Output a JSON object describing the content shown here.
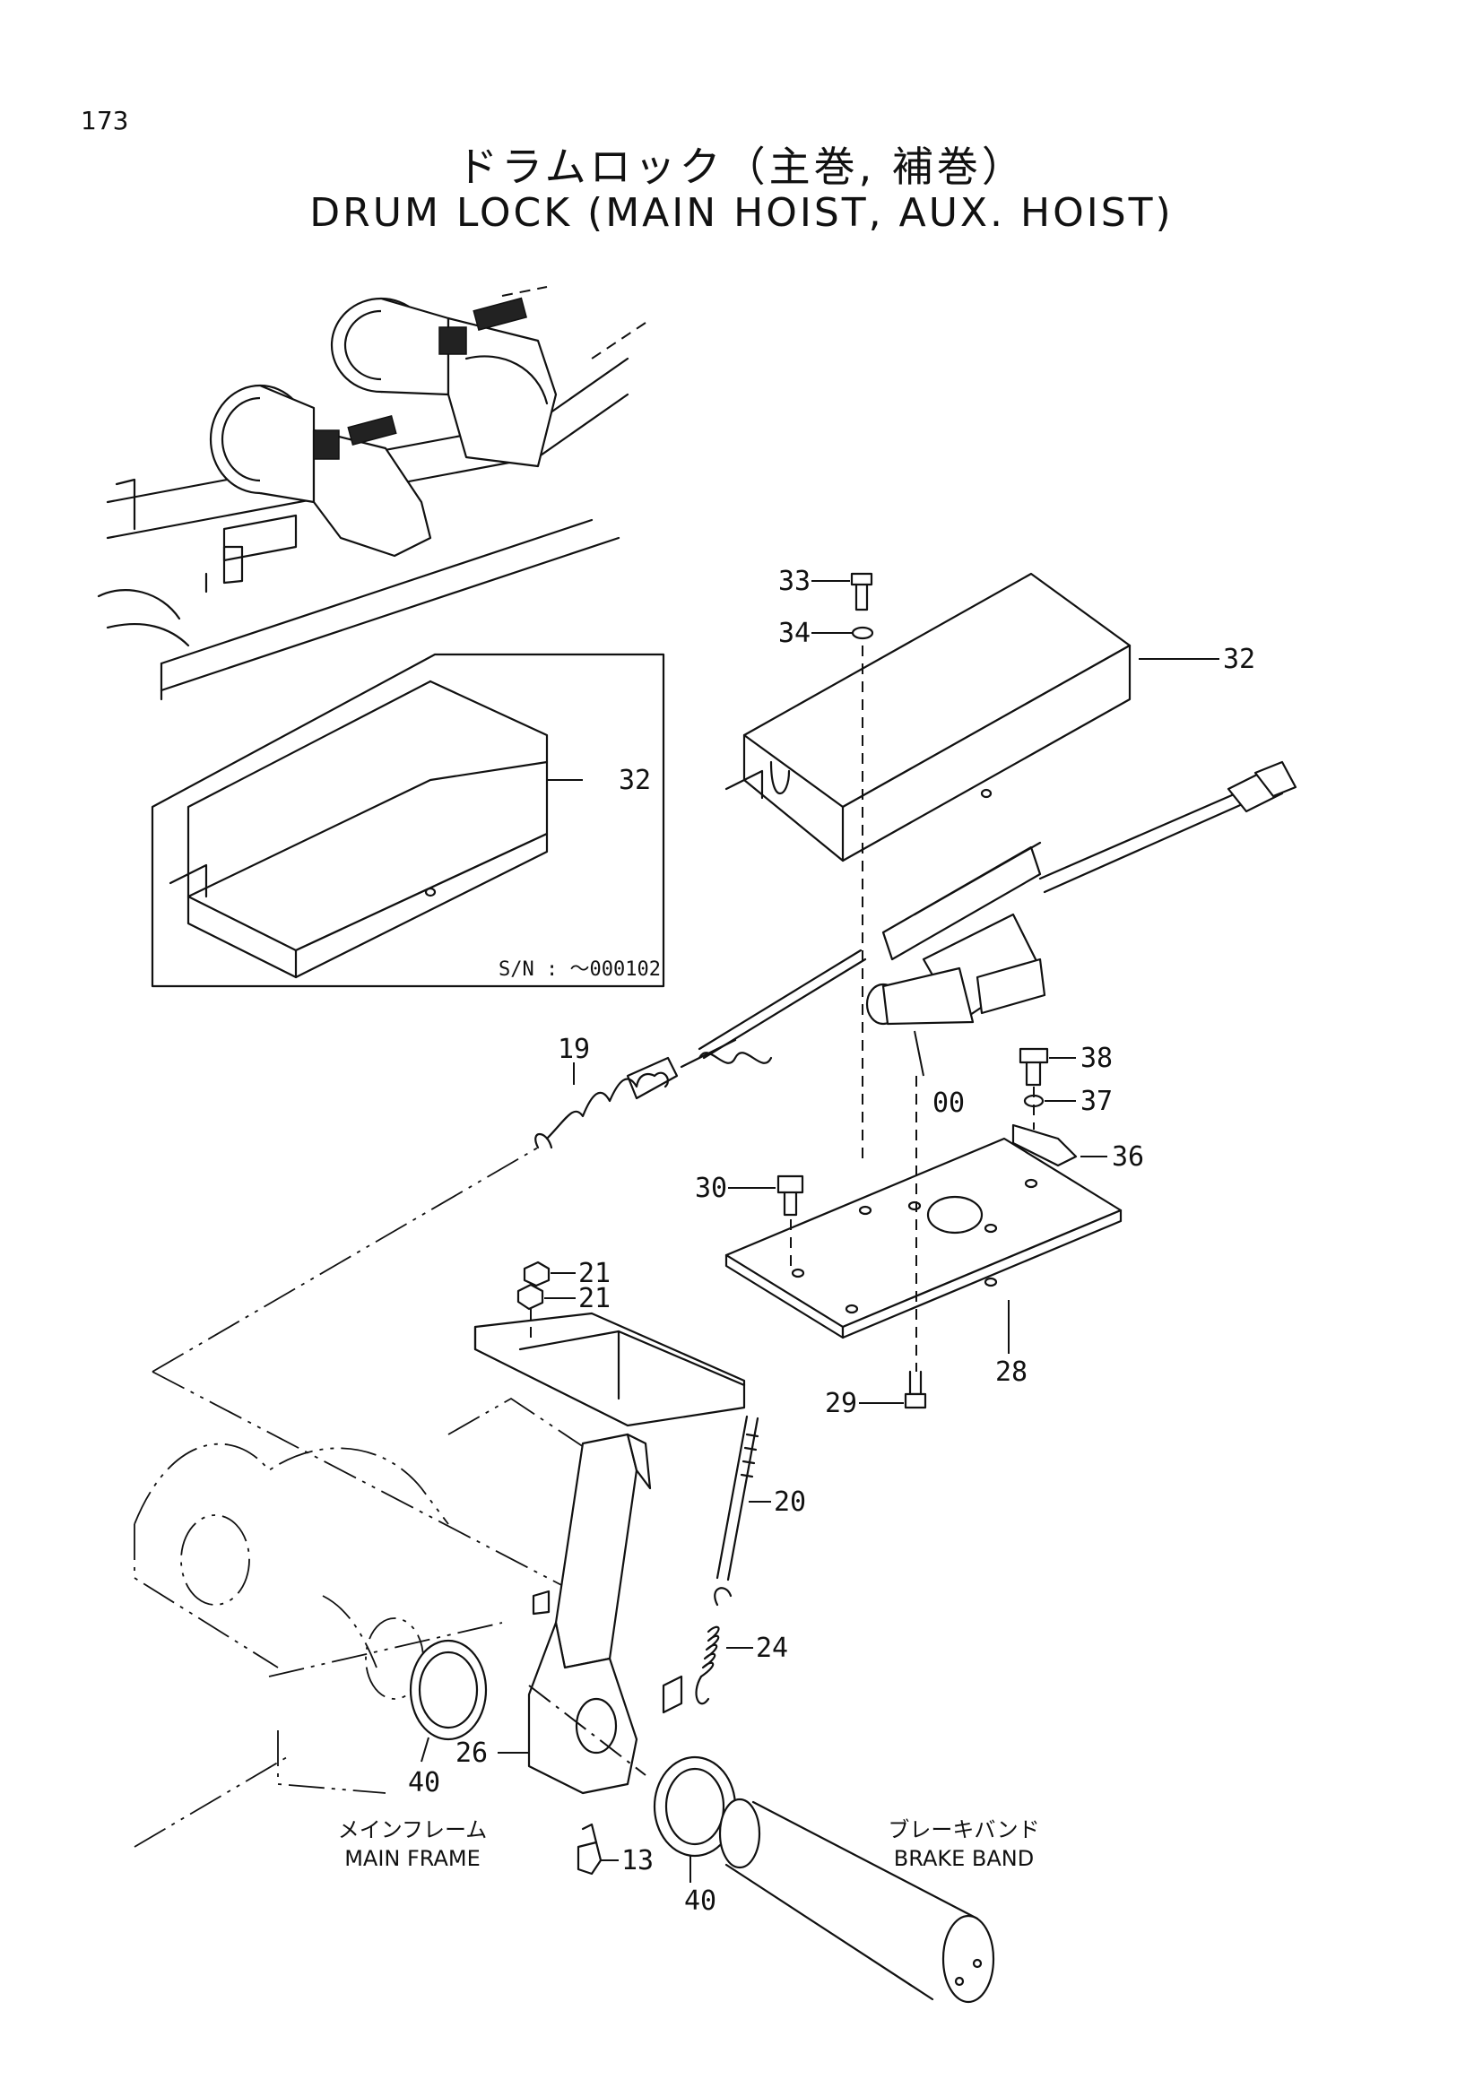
{
  "page": {
    "number": "173",
    "title_jp": "ドラムロック（主巻, 補巻）",
    "title_en": "DRUM LOCK (MAIN HOIST, AUX. HOIST)"
  },
  "inset": {
    "serial_note": "S/N : ～000102",
    "part": "32"
  },
  "callouts": [
    {
      "id": "33",
      "label": "33"
    },
    {
      "id": "34",
      "label": "34"
    },
    {
      "id": "32",
      "label": "32"
    },
    {
      "id": "19",
      "label": "19"
    },
    {
      "id": "00",
      "label": "00"
    },
    {
      "id": "38",
      "label": "38"
    },
    {
      "id": "37",
      "label": "37"
    },
    {
      "id": "36",
      "label": "36"
    },
    {
      "id": "30",
      "label": "30"
    },
    {
      "id": "21a",
      "label": "21"
    },
    {
      "id": "21b",
      "label": "21"
    },
    {
      "id": "28",
      "label": "28"
    },
    {
      "id": "29",
      "label": "29"
    },
    {
      "id": "20",
      "label": "20"
    },
    {
      "id": "24",
      "label": "24"
    },
    {
      "id": "26",
      "label": "26"
    },
    {
      "id": "40a",
      "label": "40"
    },
    {
      "id": "40b",
      "label": "40"
    },
    {
      "id": "13",
      "label": "13"
    }
  ],
  "zones": {
    "main_frame_jp": "メインフレーム",
    "main_frame_en": "MAIN FRAME",
    "brake_band_jp": "ブレーキバンド",
    "brake_band_en": "BRAKE BAND"
  }
}
